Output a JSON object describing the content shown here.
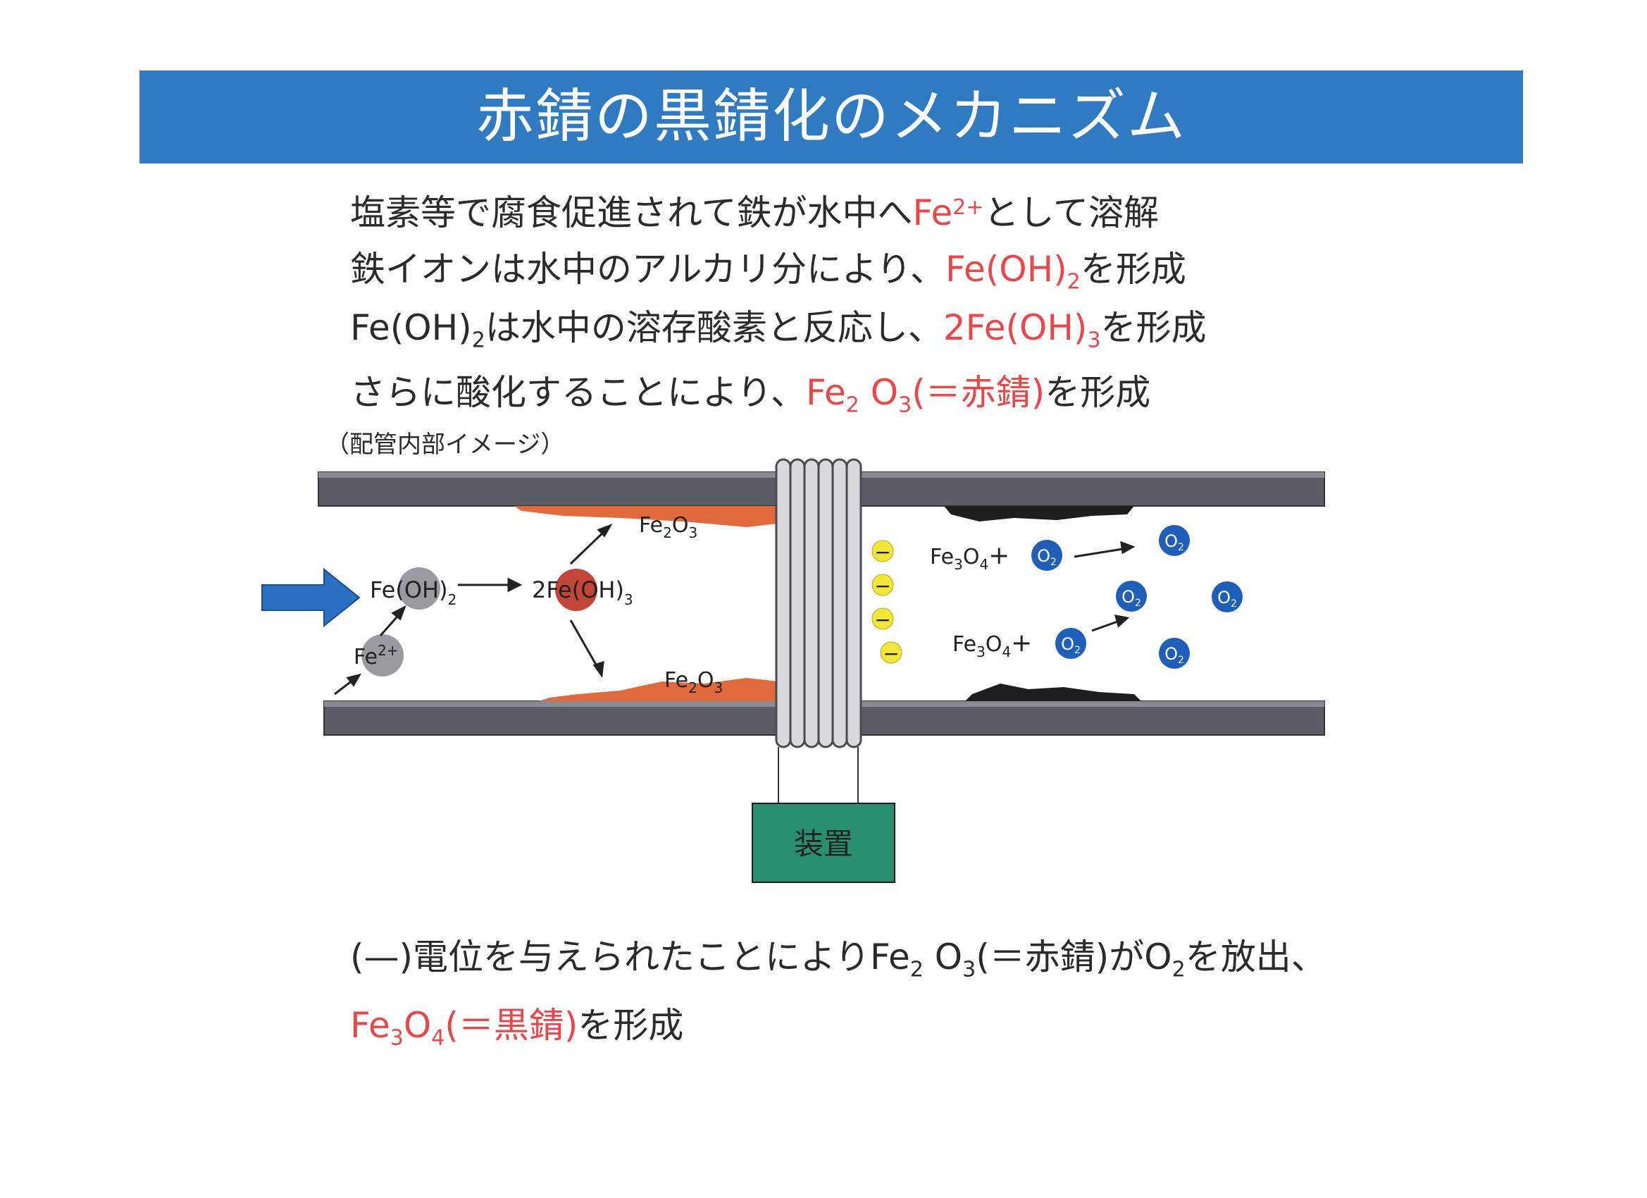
{
  "title": "赤錆の黒錆化のメカニズム",
  "lines": {
    "l1": {
      "pre": "塩素等で腐食促進されて鉄が水中へ",
      "red_base": "Fe",
      "red_sup": "2+",
      "post": "として溶解"
    },
    "l2": {
      "pre": "鉄イオンは水中のアルカリ分により、",
      "red_base": "Fe(OH)",
      "red_sub": "2",
      "post": "を形成"
    },
    "l3": {
      "base": "Fe(OH)",
      "sub": "2",
      "mid": "は水中の溶存酸素と反応し、",
      "red_base": "2Fe(OH)",
      "red_sub": "3",
      "post": "を形成"
    },
    "l4": {
      "pre": "さらに酸化することにより、",
      "red_a": "Fe",
      "red_a_sub": "2",
      "red_b": " O",
      "red_b_sub": "3",
      "red_c": "(＝赤錆)",
      "post": "を形成"
    },
    "l5": {
      "pre": "(—)電位を与えられたことによりFe",
      "sub1": "2",
      "mid1": " O",
      "sub2": "3",
      "mid2": "(＝赤錆)がO",
      "sub3": "2",
      "post": "を放出、"
    },
    "l6": {
      "red_a": "Fe",
      "red_a_sub": "3",
      "red_b": "O",
      "red_b_sub": "4",
      "red_c": "(＝黒錆)",
      "post": "を形成"
    }
  },
  "caption": "（配管内部イメージ）",
  "diagram": {
    "fe2": {
      "base": "Fe",
      "sup": "2+"
    },
    "feoh2": {
      "base": "Fe(OH)",
      "sub": "2"
    },
    "feoh3": {
      "base": "2Fe(OH)",
      "sub": "3"
    },
    "fe2o3_top": {
      "a": "Fe",
      "a_sub": "2",
      "b": "O",
      "b_sub": "3"
    },
    "fe2o3_bottom": {
      "a": "Fe",
      "a_sub": "2",
      "b": "O",
      "b_sub": "3"
    },
    "fe3o4_a": {
      "a": "Fe",
      "a_sub": "3",
      "b": "O",
      "b_sub": "4",
      "plus": "+"
    },
    "fe3o4_b": {
      "a": "Fe",
      "a_sub": "3",
      "b": "O",
      "b_sub": "4",
      "plus": "+"
    },
    "o2": {
      "base": "O",
      "sub": "2"
    },
    "minus": "−",
    "device": "装置"
  },
  "colors": {
    "title_bg": "#2f7ac0",
    "red_text": "#e8484a",
    "pipe": "#5b5b66",
    "red_rust": "#e06a3c",
    "black_rust": "#1e1e1e",
    "o2_ball": "#1f5fb8",
    "minus_ball": "#f3e63a",
    "device_box": "#2a8f6e",
    "flow_arrow": "#2c6fc0"
  }
}
